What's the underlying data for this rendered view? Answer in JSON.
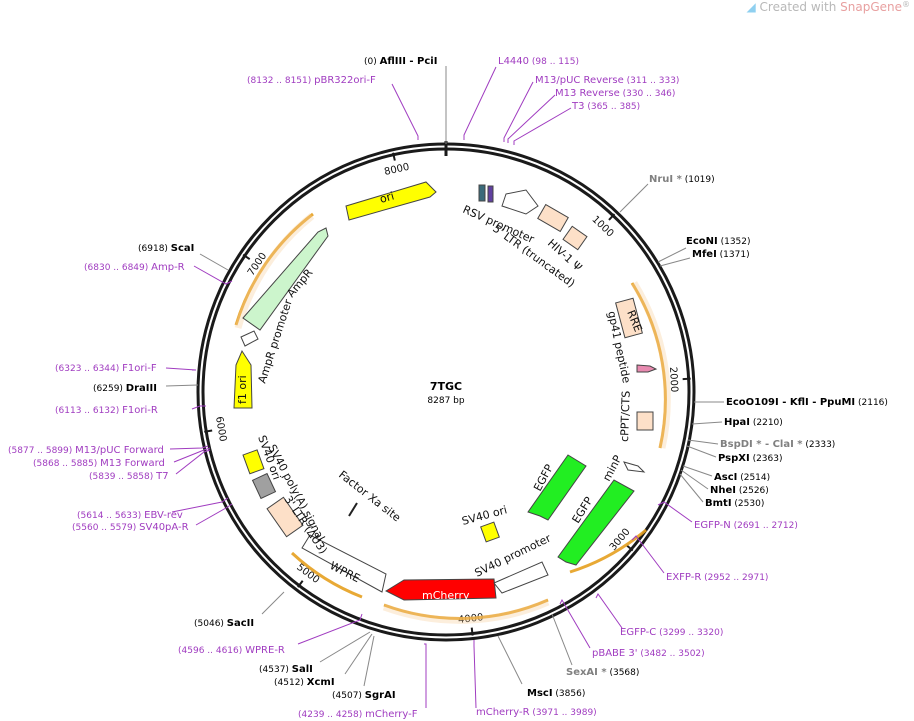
{
  "brand": {
    "prefix": "Created with ",
    "name": "SnapGene",
    "reg": "®"
  },
  "plasmid": {
    "name": "7TGC",
    "length": 8287,
    "length_label": "8287 bp"
  },
  "ring_ticks": [
    "1000",
    "2000",
    "3000",
    "4000",
    "5000",
    "6000",
    "7000",
    "8000"
  ],
  "sites": [
    {
      "name": "AflIII  -  PciI",
      "pos": "(0)"
    },
    {
      "name": "NruI *",
      "pos": "(1019)",
      "gray": true
    },
    {
      "name": "EcoNI",
      "pos": "(1352)"
    },
    {
      "name": "MfeI",
      "pos": "(1371)"
    },
    {
      "name": "EcoO109I  -  KflI  -  PpuMI",
      "pos": "(2116)"
    },
    {
      "name": "HpaI",
      "pos": "(2210)"
    },
    {
      "name": "BspDI *  -  ClaI *",
      "pos": "(2333)",
      "gray": true
    },
    {
      "name": "PspXI",
      "pos": "(2363)"
    },
    {
      "name": "AscI",
      "pos": "(2514)"
    },
    {
      "name": "NheI",
      "pos": "(2526)"
    },
    {
      "name": "BmtI",
      "pos": "(2530)"
    },
    {
      "name": "SexAI *",
      "pos": "(3568)",
      "gray": true
    },
    {
      "name": "MscI",
      "pos": "(3856)"
    },
    {
      "name": "SgrAI",
      "pos": "(4507)"
    },
    {
      "name": "XcmI",
      "pos": "(4512)"
    },
    {
      "name": "SalI",
      "pos": "(4537)"
    },
    {
      "name": "SacII",
      "pos": "(5046)"
    },
    {
      "name": "DraIII",
      "pos": "(6259)"
    },
    {
      "name": "ScaI",
      "pos": "(6918)"
    }
  ],
  "primers": [
    {
      "name": "L4440",
      "range": "(98 .. 115)"
    },
    {
      "name": "M13/pUC Reverse",
      "range": "(311 .. 333)"
    },
    {
      "name": "M13 Reverse",
      "range": "(330 .. 346)"
    },
    {
      "name": "T3",
      "range": "(365 .. 385)"
    },
    {
      "name": "EGFP-N",
      "range": "(2691 .. 2712)"
    },
    {
      "name": "EXFP-R",
      "range": "(2952 .. 2971)"
    },
    {
      "name": "EGFP-C",
      "range": "(3299 .. 3320)"
    },
    {
      "name": "pBABE 3'",
      "range": "(3482 .. 3502)"
    },
    {
      "name": "mCherry-R",
      "range": "(3971 .. 3989)"
    },
    {
      "name": "mCherry-F",
      "range": "(4239 .. 4258)"
    },
    {
      "name": "WPRE-R",
      "range": "(4596 .. 4616)"
    },
    {
      "name": "SV40pA-R",
      "range": "(5560 .. 5579)"
    },
    {
      "name": "EBV-rev",
      "range": "(5614 .. 5633)"
    },
    {
      "name": "T7",
      "range": "(5839 .. 5858)"
    },
    {
      "name": "M13 Forward",
      "range": "(5868 .. 5885)"
    },
    {
      "name": "M13/pUC Forward",
      "range": "(5877 .. 5899)"
    },
    {
      "name": "F1ori-R",
      "range": "(6113 .. 6132)"
    },
    {
      "name": "F1ori-F",
      "range": "(6323 .. 6344)"
    },
    {
      "name": "Amp-R",
      "range": "(6830 .. 6849)"
    },
    {
      "name": "pBR322ori-F",
      "range": "(8132 .. 8151)"
    }
  ],
  "features": [
    {
      "label": "RSV promoter"
    },
    {
      "label": "5' LTR (truncated)"
    },
    {
      "label": "HIV-1 Ψ"
    },
    {
      "label": "RRE"
    },
    {
      "label": "gp41 peptide"
    },
    {
      "label": "cPPT/CTS"
    },
    {
      "label": "minP"
    },
    {
      "label": "EGFP"
    },
    {
      "label": "EGFP"
    },
    {
      "label": "SV40 ori"
    },
    {
      "label": "SV40 promoter"
    },
    {
      "label": "mCherry"
    },
    {
      "label": "WPRE"
    },
    {
      "label": "Factor Xa site"
    },
    {
      "label": "3' LTR (ΔU3)"
    },
    {
      "label": "SV40 poly(A) signal"
    },
    {
      "label": "SV40 ori"
    },
    {
      "label": "f1 ori"
    },
    {
      "label": "AmpR promoter"
    },
    {
      "label": "AmpR"
    },
    {
      "label": "ori"
    }
  ],
  "colors": {
    "ring": "#1a1a1a",
    "primer": "#a03cc0",
    "site": "#000000",
    "site_gray": "#808080",
    "ori": "#ffff00",
    "egfp": "#22ee22",
    "mcherry": "#ff0000",
    "ltr": "#fde0c8",
    "ampr": "#ccf5cc",
    "orf_outline": "#e6a020"
  }
}
